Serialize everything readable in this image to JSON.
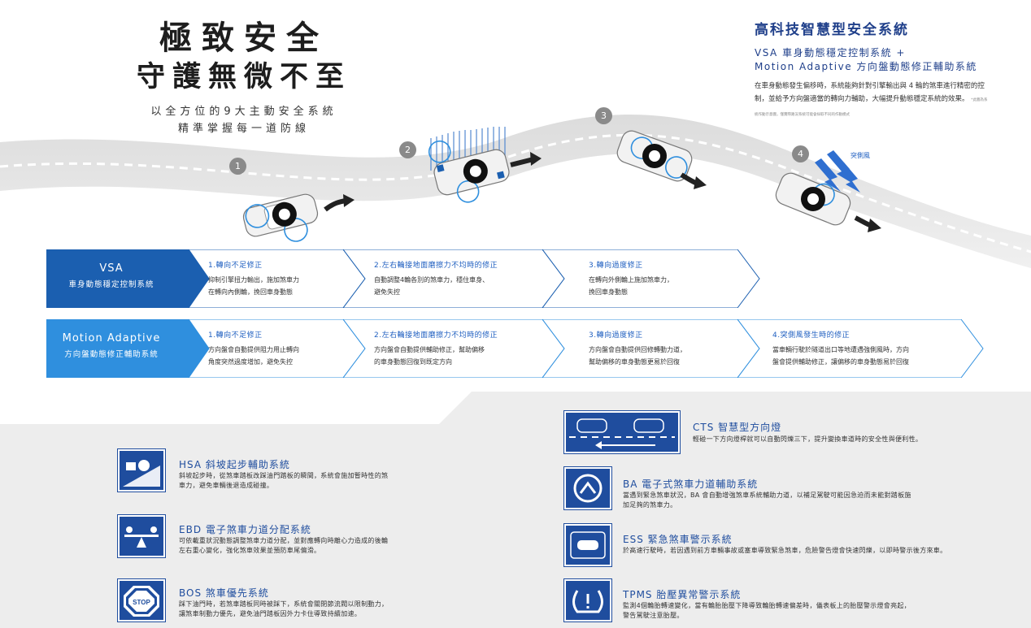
{
  "headline": {
    "line1": "極致安全",
    "line2": "守護無微不至",
    "tag1": "以全方位的9大主動安全系統",
    "tag2": "精準掌握每一道防線"
  },
  "right_block": {
    "title": "高科技智慧型安全系統",
    "subtitle1": "VSA 車身動態穩定控制系統 +",
    "subtitle2": "Motion Adaptive 方向盤動態修正輔助系統",
    "desc": "在車身動態發生偏移時，系統能夠針對引擎輸出與 4 輪的煞車進行精密的控制，並給予方向盤適當的轉向力輔助，大幅提升動態穩定系統的效果。",
    "note": "*此圖為系統作動示意圖，僅實際路況系統可能會採取不同的作動模式"
  },
  "road": {
    "badges": [
      "1",
      "2",
      "3",
      "4"
    ],
    "wind_label": "突側風"
  },
  "vsa_row": {
    "label": "VSA",
    "sublabel": "車身動態穩定控制系統",
    "segments": [
      {
        "title": "1.轉向不足修正",
        "line1": "抑制引擎扭力輸出，施加煞車力",
        "line2": "在轉向內側輪，挽回車身動態"
      },
      {
        "title": "2.左右輪接地面磨擦力不均時的修正",
        "line1": "自動調整4輪各別的煞車力，穩住車身、",
        "line2": "避免失控"
      },
      {
        "title": "3.轉向過度修正",
        "line1": "在轉向外側輪上施加煞車力，",
        "line2": "挽回車身動態"
      }
    ]
  },
  "ma_row": {
    "label": "Motion Adaptive",
    "sublabel": "方向盤動態修正輔助系統",
    "segments": [
      {
        "title": "1.轉向不足修正",
        "line1": "方向盤會自動提供阻力用止轉向",
        "line2": "角度突然過度增加，避免失控"
      },
      {
        "title": "2.左右輪接地面磨擦力不均時的修正",
        "line1": "方向盤會自動提供輔助修正，幫助偏移",
        "line2": "的車身動態回復到既定方向"
      },
      {
        "title": "3.轉向過度修正",
        "line1": "方向盤會自動提供回修轉動力道，",
        "line2": "幫助偏移的車身動態更易於回復"
      },
      {
        "title": "4.突側風發生時的修正",
        "line1": "當車輛行駛於隧道出口等地遭遇強側風時，方向",
        "line2": "盤會提供輔助修正，讓偏移的車身動態易於回復"
      }
    ]
  },
  "features": {
    "hsa": {
      "title": "HSA 斜坡起步輔助系統",
      "line1": "斜坡起步時，從煞車踏板改踩油門踏板的瞬間，系統會施加暫時性的煞",
      "line2": "車力，避免車輛後退造成碰撞。"
    },
    "ebd": {
      "title": "EBD 電子煞車力道分配系統",
      "line1": "可依載重狀況動態調整煞車力道分配，並對應轉向時離心力造成的後輪",
      "line2": "左右重心變化，強化煞車效果並預防車尾偏滑。"
    },
    "bos": {
      "title": "BOS 煞車優先系統",
      "line1": "踩下油門時，若煞車踏板同時被踩下，系統會關閉節流閥以限制動力，",
      "line2": "讓煞車制動力優先，避免油門踏板因外力卡住導致持續加速。",
      "icon_text": "STOP"
    },
    "cts": {
      "title": "CTS 智慧型方向燈",
      "line1": "輕碰一下方向燈桿就可以自動閃爍三下，提升變換車道時的安全性與便利性。"
    },
    "ba": {
      "title": "BA 電子式煞車力道輔助系統",
      "line1": "當遇到緊急煞車狀況，BA 會自動增強煞車系統輔助力道，以補足駕駛可能因急迫而未能對踏板施",
      "line2": "加足夠的煞車力。"
    },
    "ess": {
      "title": "ESS 緊急煞車警示系統",
      "line1": "於高速行駛時，若因遇到前方車輛事故或塞車導致緊急煞車，危險警告燈會快速閃爍，以即時警示後方來車。"
    },
    "tpms": {
      "title": "TPMS 胎壓異常警示系統",
      "line1": "監測4個輪胎轉速變化，當有輪胎胎壓下降導致輪胎轉速偏差時，儀表板上的胎壓警示燈會亮起，",
      "line2": "警告駕駛注意胎壓。"
    }
  },
  "colors": {
    "vsa_blue": "#1b5fb0",
    "ma_blue": "#2f8fde",
    "icon_blue": "#1f4d9e",
    "panel_gray": "#ededed"
  }
}
